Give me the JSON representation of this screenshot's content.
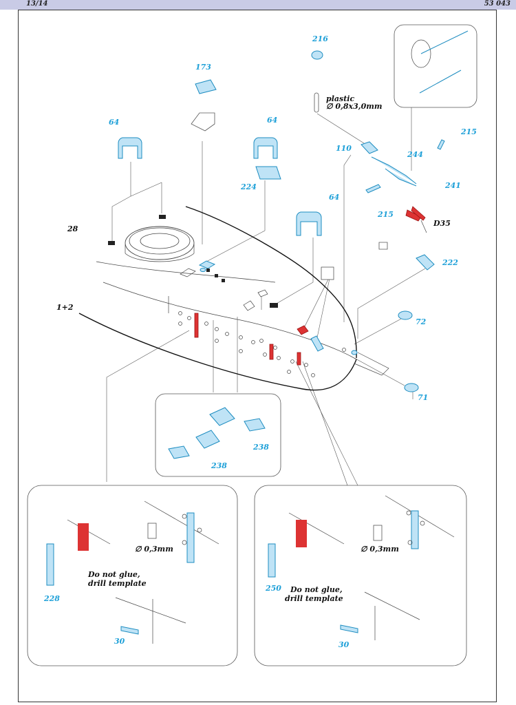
{
  "header": {
    "page": "13/14",
    "code": "53 043"
  },
  "callouts": {
    "p216": "216",
    "p173": "173",
    "plastic": "plastic",
    "rod": "∅ 0,8x3,0mm",
    "p64a": "64",
    "p64b": "64",
    "p64c": "64",
    "p224": "224",
    "p110": "110",
    "p244": "244",
    "p215a": "215",
    "p215b": "215",
    "p241": "241",
    "d35": "D35",
    "p222": "222",
    "p28": "28",
    "p12": "1+2",
    "p72": "72",
    "p71": "71",
    "p238a": "238",
    "p238b": "238",
    "p228": "228",
    "p250": "250",
    "drill1": "∅ 0,3mm",
    "drill2": "∅ 0,3mm",
    "note1a": "Do not glue,",
    "note1b": "drill template",
    "note2a": "Do not glue,",
    "note2b": "drill template",
    "p30a": "30",
    "p30b": "30"
  },
  "colors": {
    "part": "#bfe3f6",
    "part_stroke": "#1c8cc0",
    "number": "#1ea0d8",
    "highlight": "#d33333",
    "header_bar": "#c9cbe6"
  }
}
